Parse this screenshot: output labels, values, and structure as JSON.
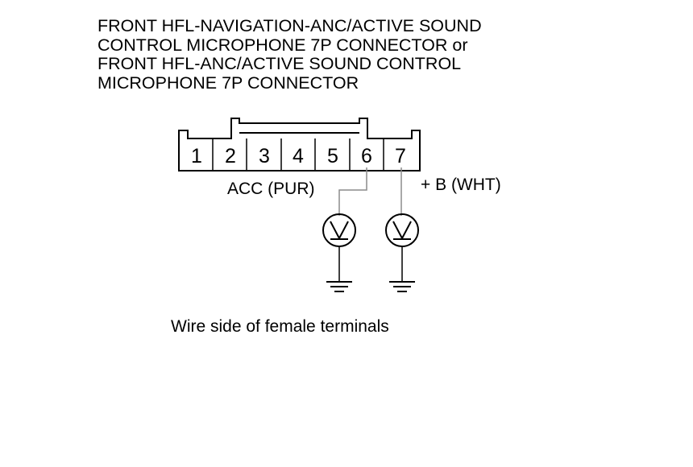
{
  "title_lines": [
    "FRONT HFL-NAVIGATION-ANC/ACTIVE SOUND",
    "CONTROL MICROPHONE 7P CONNECTOR or",
    "FRONT HFL-ANC/ACTIVE SOUND CONTROL",
    "MICROPHONE 7P CONNECTOR"
  ],
  "terminals": [
    "1",
    "2",
    "3",
    "4",
    "5",
    "6",
    "7"
  ],
  "wire_labels": {
    "acc": "ACC (PUR)",
    "battery": "+ B (WHT)"
  },
  "caption": "Wire side of female terminals",
  "colors": {
    "ink": "#000000",
    "wire": "#8c8c8c"
  }
}
